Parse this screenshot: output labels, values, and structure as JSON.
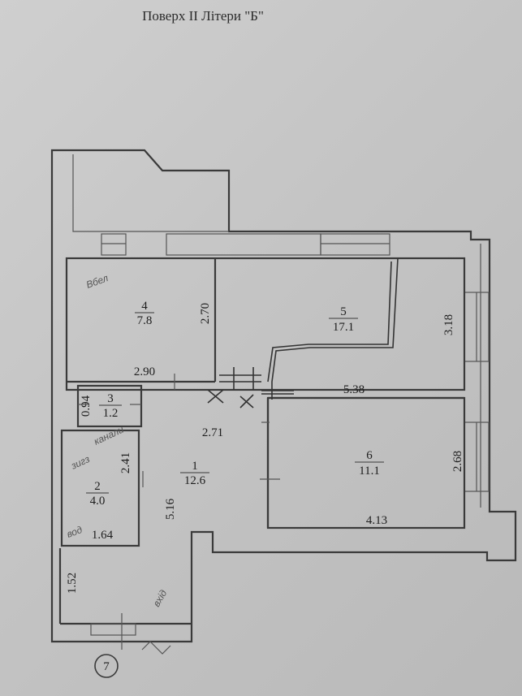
{
  "title": "Поверх II Літери \"Б\"",
  "rooms": [
    {
      "id": "1",
      "num": "1",
      "area": "12.6"
    },
    {
      "id": "2",
      "num": "2",
      "area": "4.0"
    },
    {
      "id": "3",
      "num": "3",
      "area": "1.2"
    },
    {
      "id": "4",
      "num": "4",
      "area": "7.8"
    },
    {
      "id": "5",
      "num": "5",
      "area": "17.1"
    },
    {
      "id": "6",
      "num": "6",
      "area": "11.1"
    }
  ],
  "dimensions": {
    "d_2_90": "2.90",
    "d_2_70": "2.70",
    "d_3_18": "3.18",
    "d_5_38": "5.38",
    "d_0_94": "0.94",
    "d_2_71": "2.71",
    "d_2_41": "2.41",
    "d_5_16": "5.16",
    "d_1_64": "1.64",
    "d_2_68": "2.68",
    "d_4_13": "4.13",
    "d_1_52": "1.52"
  },
  "entrance_marker": "7",
  "handwritten": {
    "note_room4": "Вбел",
    "note_room2a": "канали",
    "note_room2b": "зигз",
    "note_room2c": "вод",
    "note_hall": "вхід"
  }
}
